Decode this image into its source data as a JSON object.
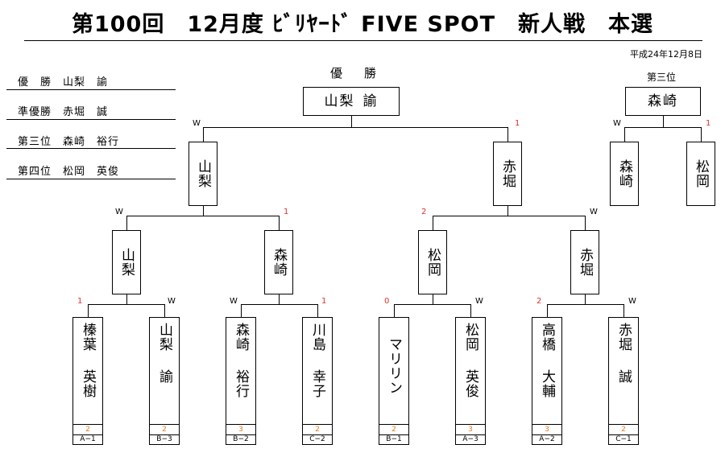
{
  "header": {
    "title": "第100回　12月度 ﾋﾞﾘﾔｰﾄﾞ FIVE SPOT　新人戦　本選",
    "date": "平成24年12月8日"
  },
  "results": [
    {
      "rank": "優　勝",
      "name": "山梨　諭"
    },
    {
      "rank": "準優勝",
      "name": "赤堀　誠"
    },
    {
      "rank": "第三位",
      "name": "森崎　裕行"
    },
    {
      "rank": "第四位",
      "name": "松岡　英俊"
    }
  ],
  "final": {
    "heading": "優　勝",
    "winner": {
      "a": "山梨",
      "b": "諭"
    },
    "left_mark": "W",
    "right_mark": "1"
  },
  "semifinals": [
    {
      "name": "山梨",
      "left_mark": "W",
      "right_mark": "1"
    },
    {
      "name": "赤堀",
      "left_mark": "2",
      "right_mark": "W"
    }
  ],
  "quarterfinals": [
    {
      "name": "山梨",
      "left_mark": "1",
      "right_mark": "W"
    },
    {
      "name": "森崎",
      "left_mark": "W",
      "right_mark": "1"
    },
    {
      "name": "松岡",
      "left_mark": "0",
      "right_mark": "W"
    },
    {
      "name": "赤堀",
      "left_mark": "2",
      "right_mark": "W"
    }
  ],
  "third_place": {
    "heading": "第三位",
    "winner": "森崎",
    "left_name": "森崎",
    "right_name": "松岡",
    "left_mark": "W",
    "right_mark": "1"
  },
  "players": [
    {
      "surname": "榛葉",
      "given": "英樹",
      "seed": "2",
      "code": "A−1"
    },
    {
      "surname": "山梨",
      "given": "諭",
      "seed": "2",
      "code": "B−3"
    },
    {
      "surname": "森崎",
      "given": "裕行",
      "seed": "3",
      "code": "B−2"
    },
    {
      "surname": "川島",
      "given": "幸子",
      "seed": "2",
      "code": "C−2"
    },
    {
      "surname": "マリリン",
      "given": "",
      "seed": "2",
      "code": "B−1"
    },
    {
      "surname": "松岡",
      "given": "英俊",
      "seed": "3",
      "code": "A−3"
    },
    {
      "surname": "高橋",
      "given": "大輔",
      "seed": "3",
      "code": "A−2"
    },
    {
      "surname": "赤堀",
      "given": "誠",
      "seed": "2",
      "code": "C−1"
    }
  ],
  "colors": {
    "loss_mark": "#e0302a",
    "seed": "#e07a20"
  }
}
